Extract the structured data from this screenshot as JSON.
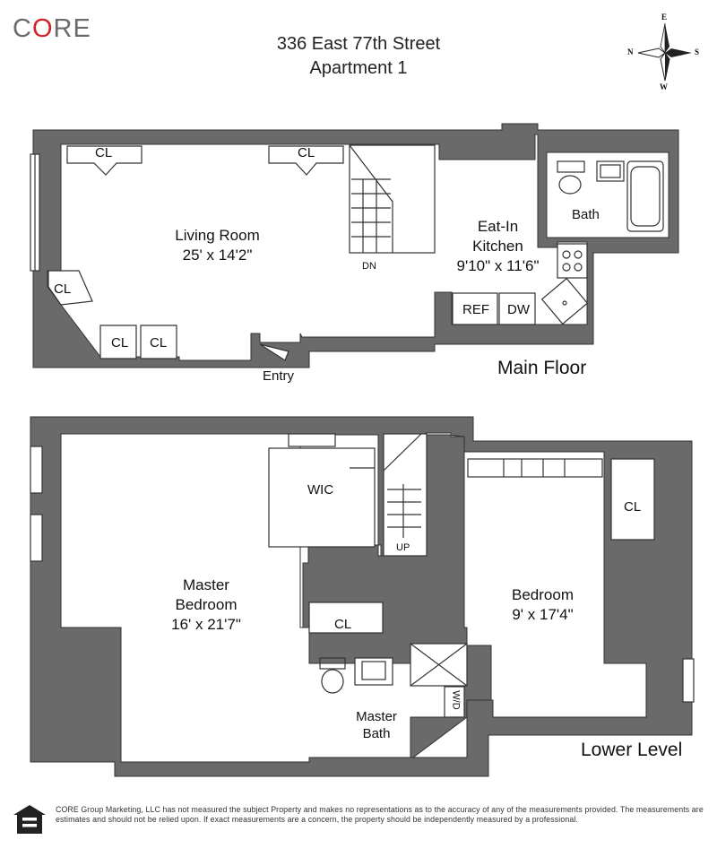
{
  "brand": {
    "logo_text_prefix": "C",
    "logo_text_accent": "O",
    "logo_text_suffix": "RE",
    "accent_color": "#d2232a",
    "wall_color": "#6a6a6a"
  },
  "header": {
    "address_line1": "336 East 77th Street",
    "address_line2": "Apartment 1"
  },
  "compass": {
    "north": "N",
    "south": "S",
    "east": "E",
    "west": "W"
  },
  "main_floor": {
    "level_label": "Main Floor",
    "living_room": {
      "name": "Living Room",
      "dims": "25' x 14'2\""
    },
    "kitchen": {
      "name_line1": "Eat-In",
      "name_line2": "Kitchen",
      "dims": "9'10\" x 11'6\""
    },
    "bath": {
      "name": "Bath"
    },
    "closet_label": "CL",
    "stairs_label": "DN",
    "entry_label": "Entry",
    "ref_label": "REF",
    "dw_label": "DW"
  },
  "lower_level": {
    "level_label": "Lower Level",
    "master_bedroom": {
      "name_line1": "Master",
      "name_line2": "Bedroom",
      "dims": "16' x 21'7\""
    },
    "bedroom": {
      "name": "Bedroom",
      "dims": "9' x 17'4\""
    },
    "master_bath": {
      "name_line1": "Master",
      "name_line2": "Bath"
    },
    "wic_label": "WIC",
    "closet_label": "CL",
    "stairs_label": "UP",
    "wd_label": "W/D"
  },
  "disclaimer": "CORE Group Marketing, LLC has not measured the subject Property and makes no representations as to the accuracy of any of the measurements provided. The measurements are estimates and should not be relied upon. If exact measurements are a concern, the property should be independently measured by a professional."
}
